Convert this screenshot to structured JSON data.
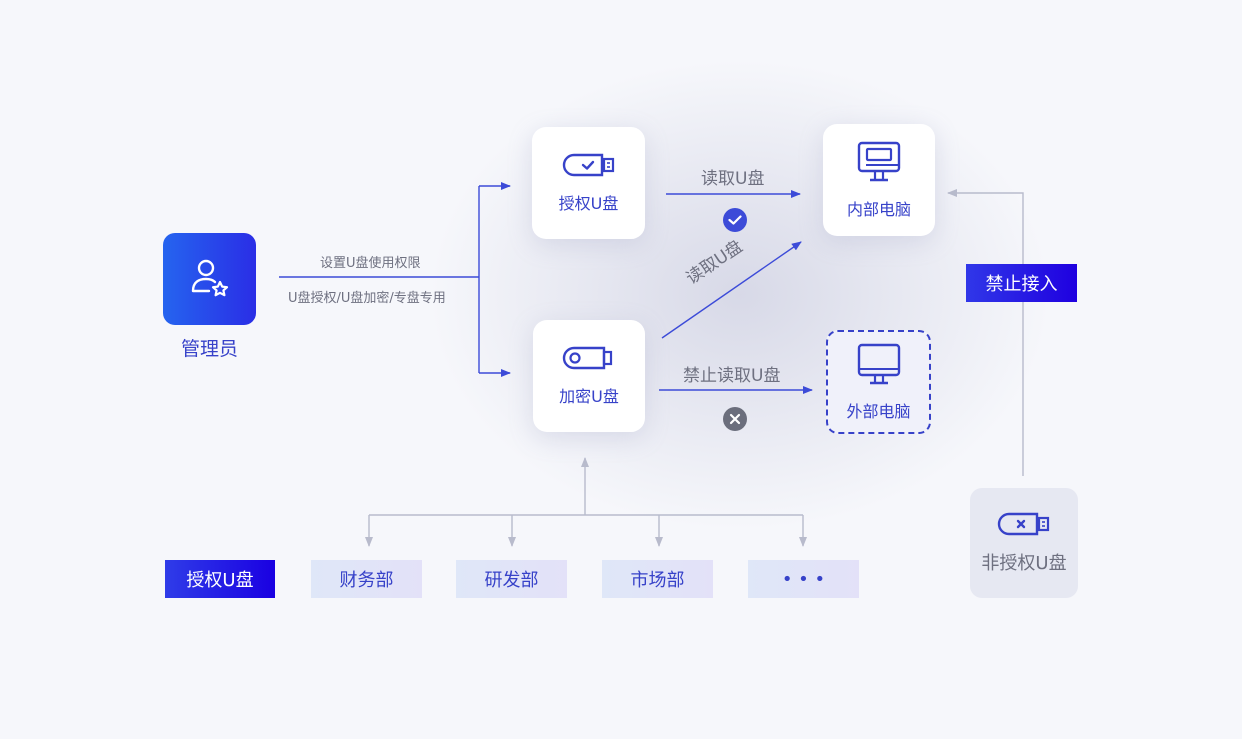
{
  "colors": {
    "accent": "#3742c9",
    "line_blue": "#3c4bd8",
    "line_gray": "#b8bbcc",
    "text_gray": "#6e7080",
    "background": "#f6f7fb",
    "ok_badge": "#3c4bd8",
    "deny_badge": "#6b6e7c"
  },
  "admin": {
    "label": "管理员",
    "icon": "user-star-icon"
  },
  "policy_note": {
    "line1": "设置U盘使用权限",
    "line2": "U盘授权/U盘加密/专盘专用"
  },
  "nodes": {
    "authorized_usb": {
      "label": "授权U盘",
      "icon": "usb-check-icon"
    },
    "encrypted_usb": {
      "label": "加密U盘",
      "icon": "usb-lock-icon"
    },
    "internal_pc": {
      "label": "内部电脑",
      "icon": "monitor-icon"
    },
    "external_pc": {
      "label": "外部电脑",
      "icon": "monitor-icon"
    },
    "unauthorized_usb": {
      "label": "非授权U盘",
      "icon": "usb-x-icon"
    }
  },
  "edges": {
    "auth_to_internal": {
      "label": "读取U盘",
      "status": "allowed",
      "status_icon": "check-circle-icon"
    },
    "enc_to_internal": {
      "label": "读取U盘"
    },
    "enc_to_external": {
      "label": "禁止读取U盘",
      "status": "denied",
      "status_icon": "x-circle-icon"
    },
    "unauth_to_internal": {
      "label": "禁止接入"
    }
  },
  "legend": {
    "main_tag": "授权U盘",
    "departments": [
      "财务部",
      "研发部",
      "市场部",
      "• • •"
    ]
  }
}
